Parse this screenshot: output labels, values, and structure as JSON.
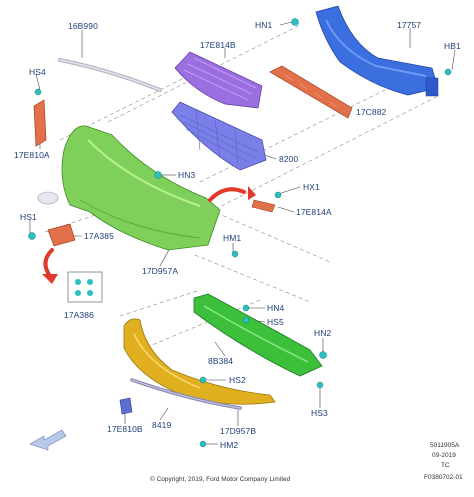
{
  "labels": {
    "p16B990": "16B990",
    "p17E814B": "17E814B",
    "hn1": "HN1",
    "p17757": "17757",
    "hb1": "HB1",
    "hs4": "HS4",
    "p17C882": "17C882",
    "p17E810A": "17E810A",
    "p8200": "8200",
    "hn3": "HN3",
    "hx1": "HX1",
    "p17E814A": "17E814A",
    "hs1": "HS1",
    "p17A385": "17A385",
    "hm1": "HM1",
    "p17D957A": "17D957A",
    "p17A386": "17A386",
    "hn4": "HN4",
    "hs5": "HS5",
    "hn2": "HN2",
    "p8B384": "8B384",
    "hs2": "HS2",
    "hs3": "HS3",
    "p17E810B": "17E810B",
    "p8419": "8419",
    "p17D957B": "17D957B",
    "hm2": "HM2"
  },
  "meta": {
    "code": "5011905A",
    "date": "09-2019",
    "initials": "TC",
    "figure_id": "F0380702-01"
  },
  "copyright": "© Copyright, 2019, Ford Motor Company Limited",
  "colors": {
    "label": "#1f3d7a",
    "fastener": "#2bbfbf",
    "red_arrow": "#e23a2a",
    "bumper_green": "#7fd05a",
    "reinforcement_blue": "#3b6fe0",
    "grille_purple": "#9b6fe0",
    "lower_grille_blue": "#7a80e8",
    "absorber_orange": "#e2704a",
    "valance_yellow": "#e0b020",
    "spoiler_green": "#3cc03c"
  }
}
